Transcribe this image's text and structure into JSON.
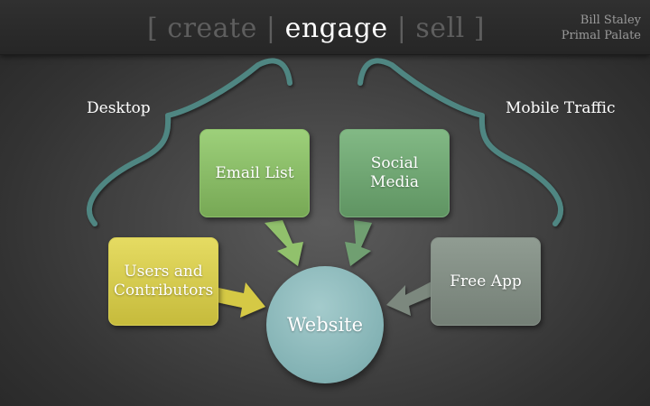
{
  "header": {
    "title_open": "[ create |",
    "title_highlight": "engage",
    "title_close": "| sell ]",
    "author_name": "Bill Staley",
    "author_org": "Primal Palate"
  },
  "diagram": {
    "group_left_label": "Desktop",
    "group_right_label": "Mobile Traffic",
    "nodes": {
      "email": "Email List",
      "social": "Social Media",
      "users": "Users and Contributors",
      "app": "Free App",
      "website": "Website"
    }
  },
  "colors": {
    "email": "#89bd66",
    "social": "#6fa672",
    "users": "#d6cb4e",
    "app": "#838e85",
    "website": "#8ab8ba",
    "brace": "#4f8682"
  }
}
